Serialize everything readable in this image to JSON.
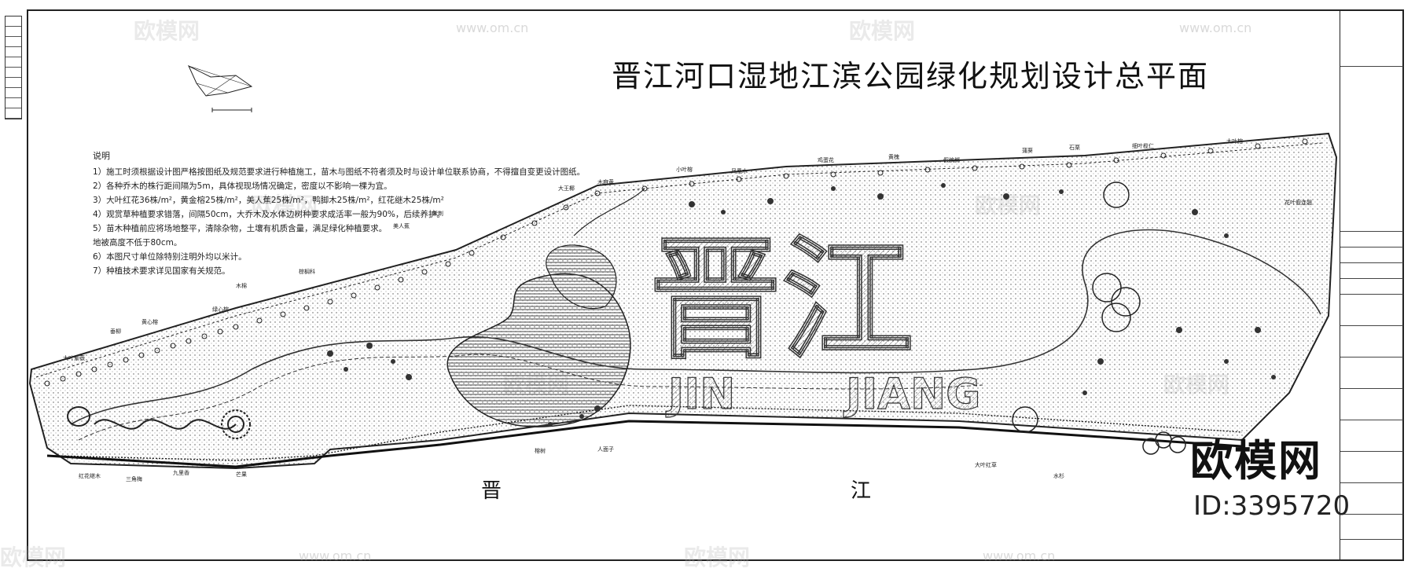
{
  "drawing": {
    "title": "晋江河口湿地江滨公园绿化规划设计总平面",
    "river_label_left": "晋",
    "river_label_right": "江",
    "big_text_cn": "晋江",
    "big_text_en_left": "JIN",
    "big_text_en_right": "JIANG"
  },
  "notes": {
    "heading": "说明",
    "lines": [
      "1）施工时须根据设计图严格按图纸及规范要求进行种植施工，苗木与图纸不符者须及时与设计单位联系协商，不得擅自变更设计图纸。",
      "2）各种乔木的株行距间隔为5m，具体视现场情况确定，密度以不影响一棵为宜。",
      "3）大叶红花36株/m²，黄金榕25株/m²，美人蕉25株/m²，鸭脚木25株/m²，红花继木25株/m²",
      "4）观赏草种植要求错落，间隔50cm，大乔木及水体边树种要求成活率一般为90%，后续养护。",
      "5）苗木种植前应将场地整平，清除杂物，土壤有机质含量，满足绿化种植要求。",
      "地被高度不低于80cm。",
      "6）本图尺寸单位除特别注明外均以米计。",
      "7）种植技术要求详见国家有关规范。"
    ]
  },
  "plant_labels": [
    "大叶紫薇",
    "垂柳",
    "黄心榕",
    "绿心榕",
    "木棉",
    "棕榈科",
    "美人蕉",
    "紫荆",
    "大王椰",
    "木麻黄",
    "小叶榕",
    "凤凰木",
    "鸡蛋花",
    "黄槐",
    "假槟榔",
    "蒲葵",
    "石栗",
    "细叶榄仁",
    "大叶榕",
    "花叶假连翘",
    "红花继木",
    "三角梅",
    "九里香",
    "芒果",
    "榕树",
    "人面子",
    "大叶红草",
    "水杉"
  ],
  "brand": {
    "logo_text": "欧模网",
    "id_text": "ID:3395720"
  },
  "watermarks": {
    "site_name": "欧模网",
    "site_url": "www.om.cn"
  },
  "colors": {
    "line": "#222222",
    "hatch": "#666666",
    "paper": "#ffffff"
  }
}
